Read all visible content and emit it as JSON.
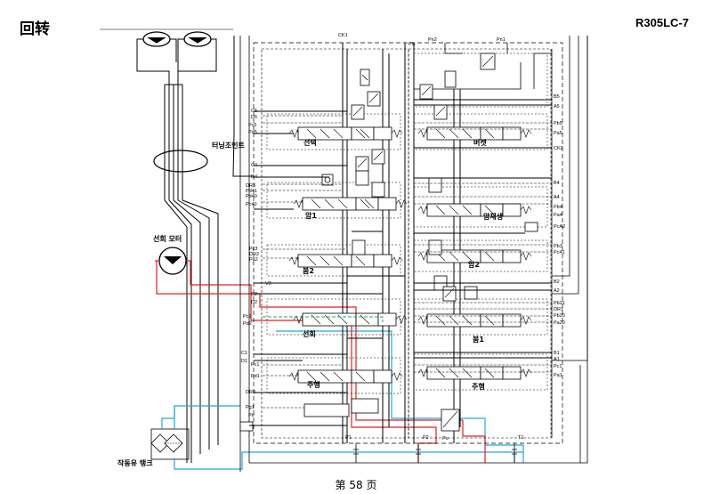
{
  "header": {
    "title": "回转",
    "model": "R305LC-7"
  },
  "footer": {
    "page": "第 58 页"
  },
  "labels": {
    "swivel_joint": "터닝조인트",
    "swing_motor": "선회 모터",
    "hydraulic_tank": "작동유 탱크",
    "spool_swing_top": "선택",
    "spool_bucket": "버켓",
    "spool_arm1": "암1",
    "spool_arm_regen": "암재생",
    "spool_boom2": "붐2",
    "spool_arm2": "암2",
    "spool_swing": "선회",
    "spool_boom1": "붐1",
    "spool_travel_left": "주행",
    "spool_travel_right": "주행"
  },
  "ports": {
    "ck1": "CK1",
    "pls": "Pls",
    "pn2": "Pn2",
    "pn1": "Pn1",
    "b5": "B5",
    "a5": "A5",
    "pb5_r": "Pb5",
    "pa5_r": "Pa5",
    "ck2": "CK2",
    "c5": "C5",
    "d5": "D5",
    "pc5": "Pc5",
    "pd5": "Pd5",
    "c4": "C4",
    "d4": "D4",
    "dr3": "DR3",
    "pd41": "Pd41",
    "pd40": "Pd40",
    "pc40": "Pc40",
    "b4": "B4",
    "a4": "A4",
    "pb4": "Pb4",
    "pa4": "Pa4",
    "pca2": "PcA2",
    "pc3": "Pc3",
    "dr2": "DR2",
    "pa2": "Pa2",
    "pb3": "Pb3",
    "pc41": "Pc41",
    "v3": "V3",
    "b2": "B2",
    "a2": "A2",
    "c2": "C2",
    "d2": "D2",
    "pb21": "Pb21",
    "dr1": "DR1",
    "pb20": "Pb20",
    "pa20": "Pa20",
    "pc2": "Pc2",
    "pd2": "Pd2",
    "c1": "C1",
    "d1": "D1",
    "pc1": "Pc1",
    "pd1": "Pd1",
    "dr0": "DR0",
    "b1": "B1",
    "a1": "A1",
    "pc1_r": "Pc1",
    "pa1": "Pa1",
    "pg1": "Pg1",
    "ptr": "Ptr",
    "p1": "P1",
    "p2": "P2",
    "pu": "Pu",
    "t1": "T1"
  }
}
